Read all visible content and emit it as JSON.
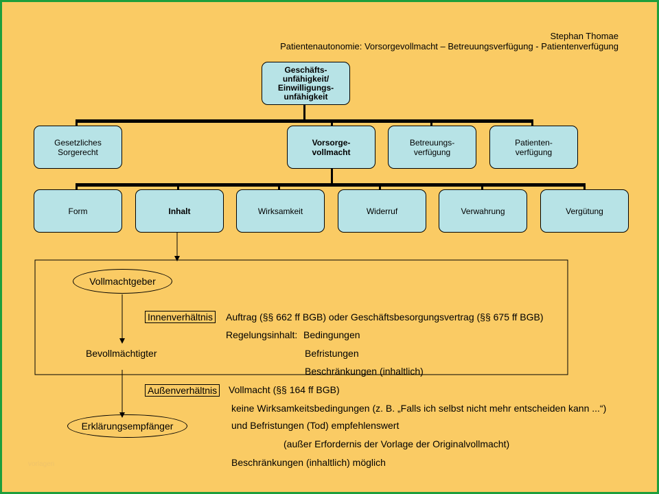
{
  "header": {
    "author": "Stephan Thomae",
    "subtitle": "Patientenautonomie: Vorsorgevollmacht – Betreuungsverfügung - Patientenverfügung"
  },
  "tree": {
    "root": [
      "Geschäfts-",
      "unfähigkeit/",
      "Einwilligungs-",
      "unfähigkeit"
    ],
    "level1": {
      "sorgerecht": [
        "Gesetzliches",
        "Sorgerecht"
      ],
      "vorsorge": [
        "Vorsorge-",
        "vollmacht"
      ],
      "betreuung": [
        "Betreuungs-",
        "verfügung"
      ],
      "patient": [
        "Patienten-",
        "verfügung"
      ]
    },
    "level2": {
      "form": "Form",
      "inhalt": "Inhalt",
      "wirksamkeit": "Wirksamkeit",
      "widerruf": "Widerruf",
      "verwahrung": "Verwahrung",
      "verguetung": "Vergütung"
    }
  },
  "parties": {
    "vollmachtgeber": "Vollmachtgeber",
    "bevollmaechtigter": "Bevollmächtigter",
    "empfaenger": "Erklärungsempfänger"
  },
  "innen": {
    "label": "Innenverhältnis",
    "line1": "Auftrag (§§ 662 ff BGB) oder Geschäftsbesorgungsvertrag (§§ 675 ff BGB)",
    "line2_prefix": "Regelungsinhalt:",
    "items": [
      "Bedingungen",
      "Befristungen",
      "Beschränkungen (inhaltlich)"
    ]
  },
  "aussen": {
    "label": "Außenverhältnis",
    "line1": "Vollmacht (§§ 164 ff BGB)",
    "line2": "keine Wirksamkeitsbedingungen (z. B. „Falls ich selbst nicht mehr entscheiden kann ...“)",
    "line3": "und Befristungen (Tod) empfehlenswert",
    "line4": "(außer Erfordernis der Vorlage der Originalvollmacht)",
    "line5": "Beschränkungen (inhaltlich) möglich"
  },
  "watermark": "vorlagen"
}
